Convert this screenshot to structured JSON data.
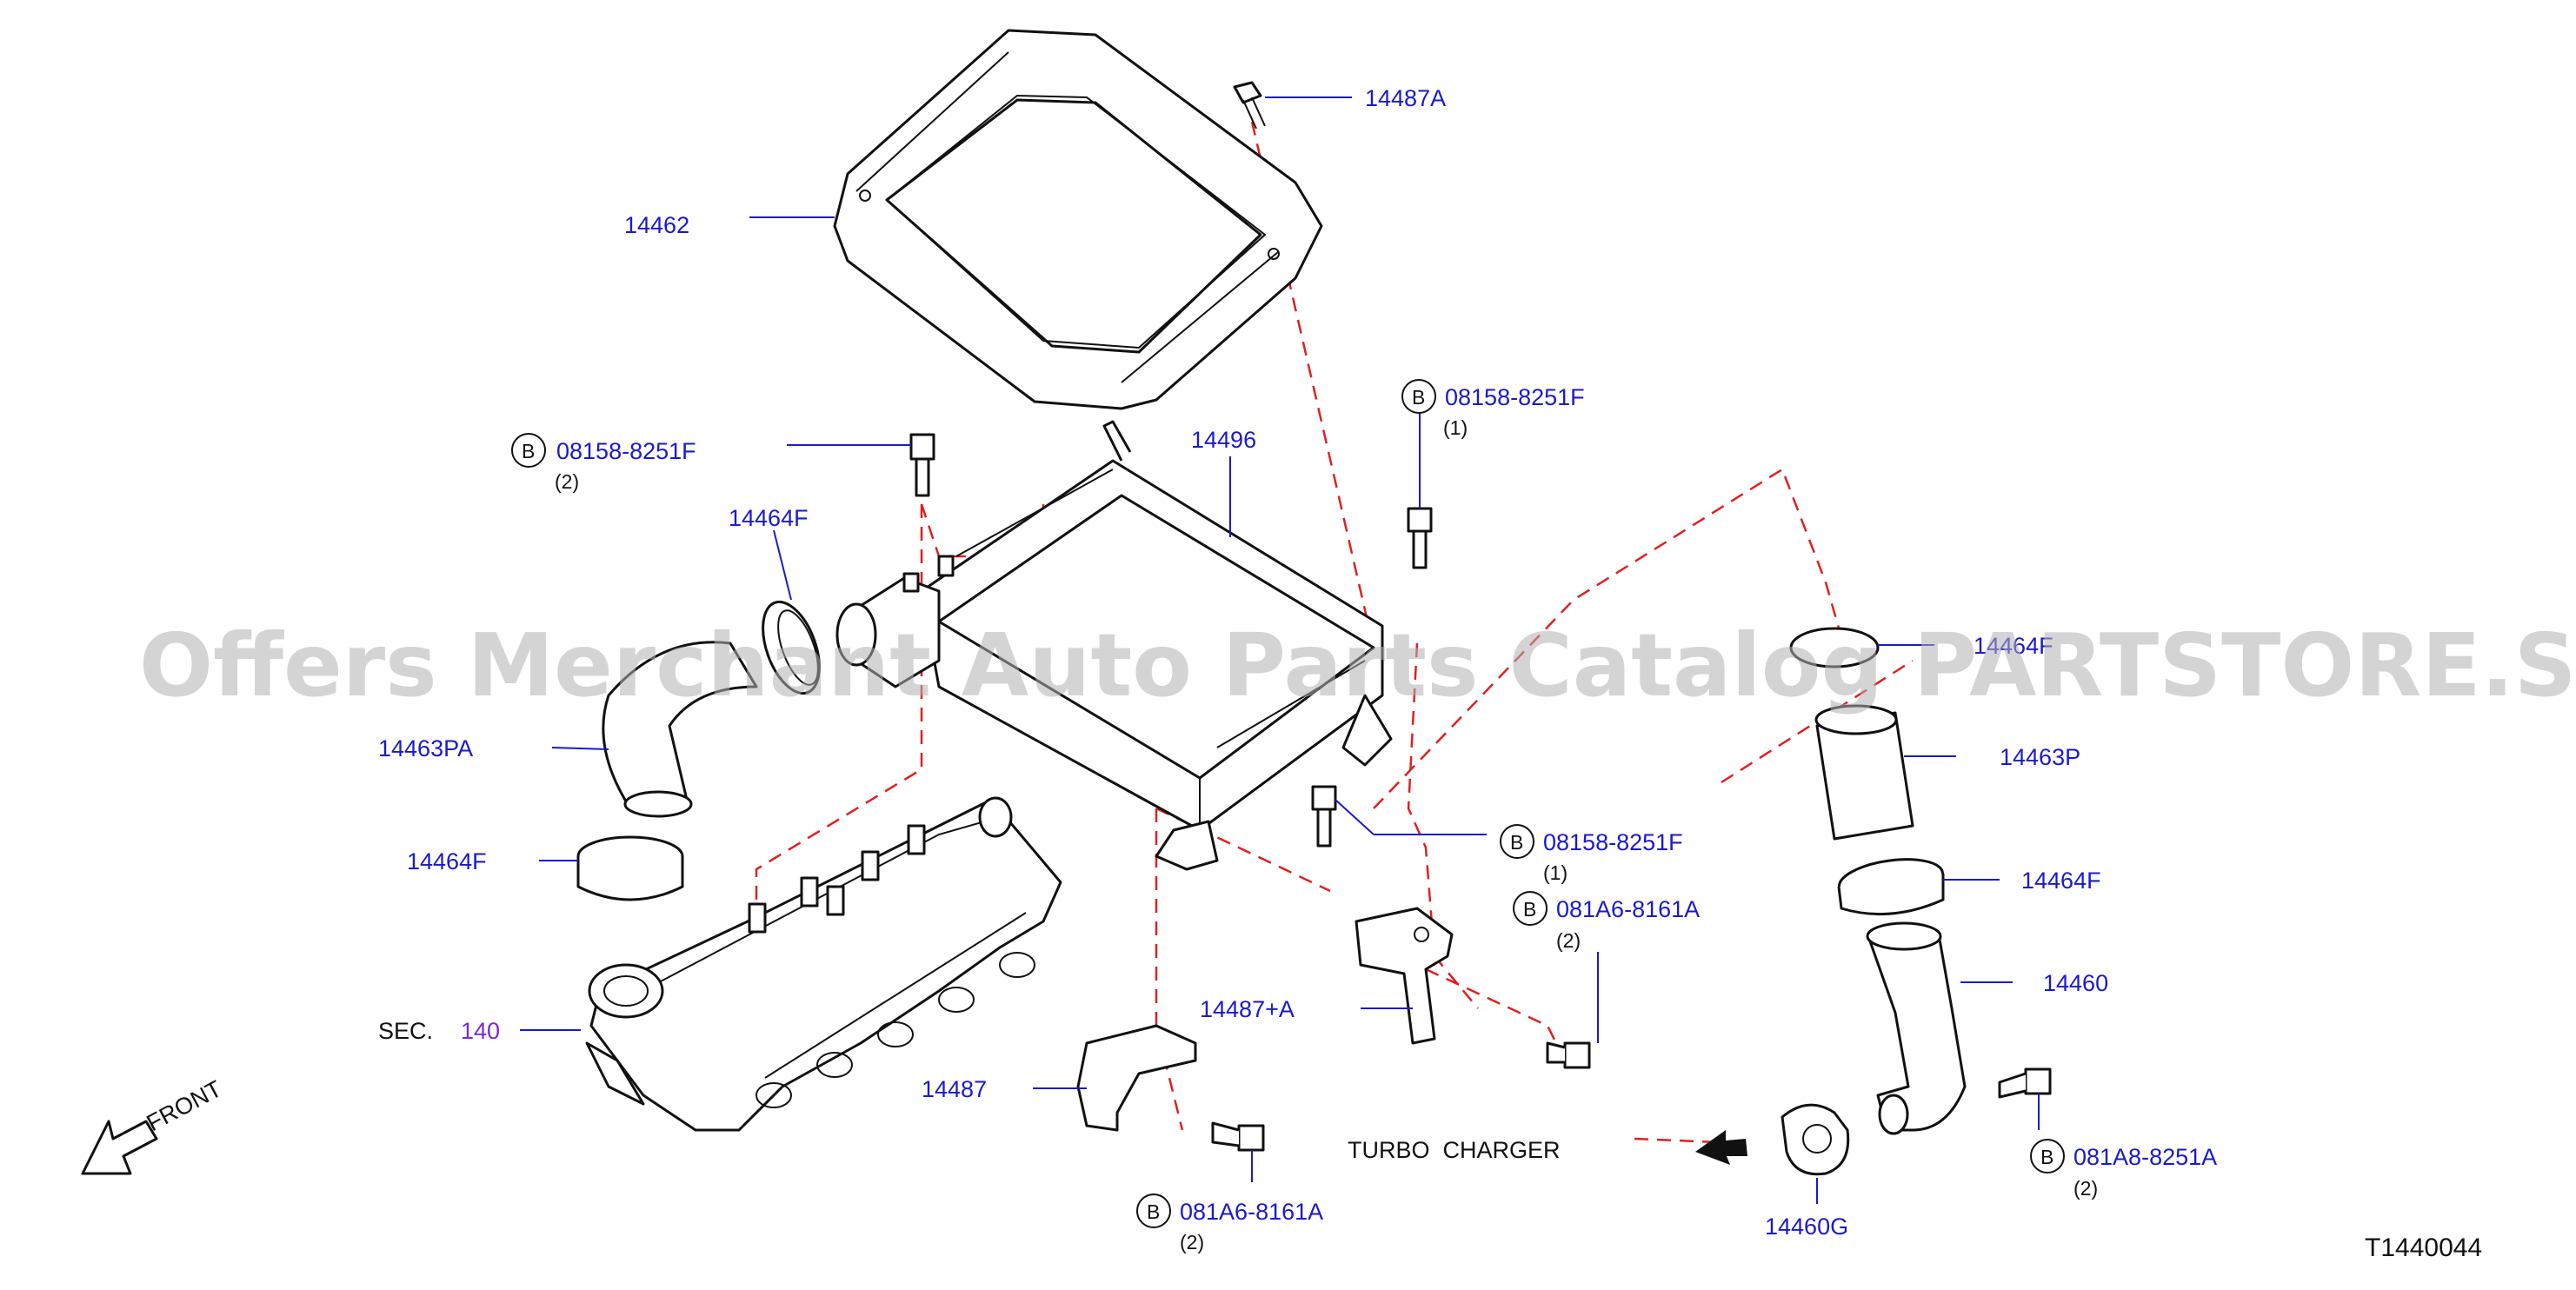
{
  "diagram": {
    "diagram_code": "T1440044",
    "watermark": "Offers Merchant Auto Parts Catalog PARTSTORE.SA",
    "front_label": "FRONT",
    "turbo_label": "TURBO  CHARGER",
    "sec_prefix": "SEC.",
    "sec_number": "140",
    "bolt_mark": "B",
    "colors": {
      "label": "#1a1acc",
      "dash": "#e02020",
      "sec_number": "#7a2ad6"
    },
    "labels": [
      {
        "id": "14487A",
        "text": "14487A"
      },
      {
        "id": "14462",
        "text": "14462"
      },
      {
        "id": "14496",
        "text": "14496"
      },
      {
        "id": "14464F-a",
        "text": "14464F"
      },
      {
        "id": "14463PA",
        "text": "14463PA"
      },
      {
        "id": "14464F-b",
        "text": "14464F"
      },
      {
        "id": "14464F-c",
        "text": "14464F"
      },
      {
        "id": "14463P",
        "text": "14463P"
      },
      {
        "id": "14464F-d",
        "text": "14464F"
      },
      {
        "id": "14460",
        "text": "14460"
      },
      {
        "id": "14487+A",
        "text": "14487+A"
      },
      {
        "id": "14487",
        "text": "14487"
      },
      {
        "id": "14460G",
        "text": "14460G"
      }
    ],
    "bolts": [
      {
        "id": "bolt-1",
        "part": "08158-8251F",
        "qty": "(2)"
      },
      {
        "id": "bolt-2",
        "part": "08158-8251F",
        "qty": "(1)"
      },
      {
        "id": "bolt-3",
        "part": "08158-8251F",
        "qty": "(1)"
      },
      {
        "id": "bolt-4",
        "part": "081A6-8161A",
        "qty": "(2)"
      },
      {
        "id": "bolt-5",
        "part": "081A6-8161A",
        "qty": "(2)"
      },
      {
        "id": "bolt-6",
        "part": "081A8-8251A",
        "qty": "(2)"
      }
    ]
  }
}
